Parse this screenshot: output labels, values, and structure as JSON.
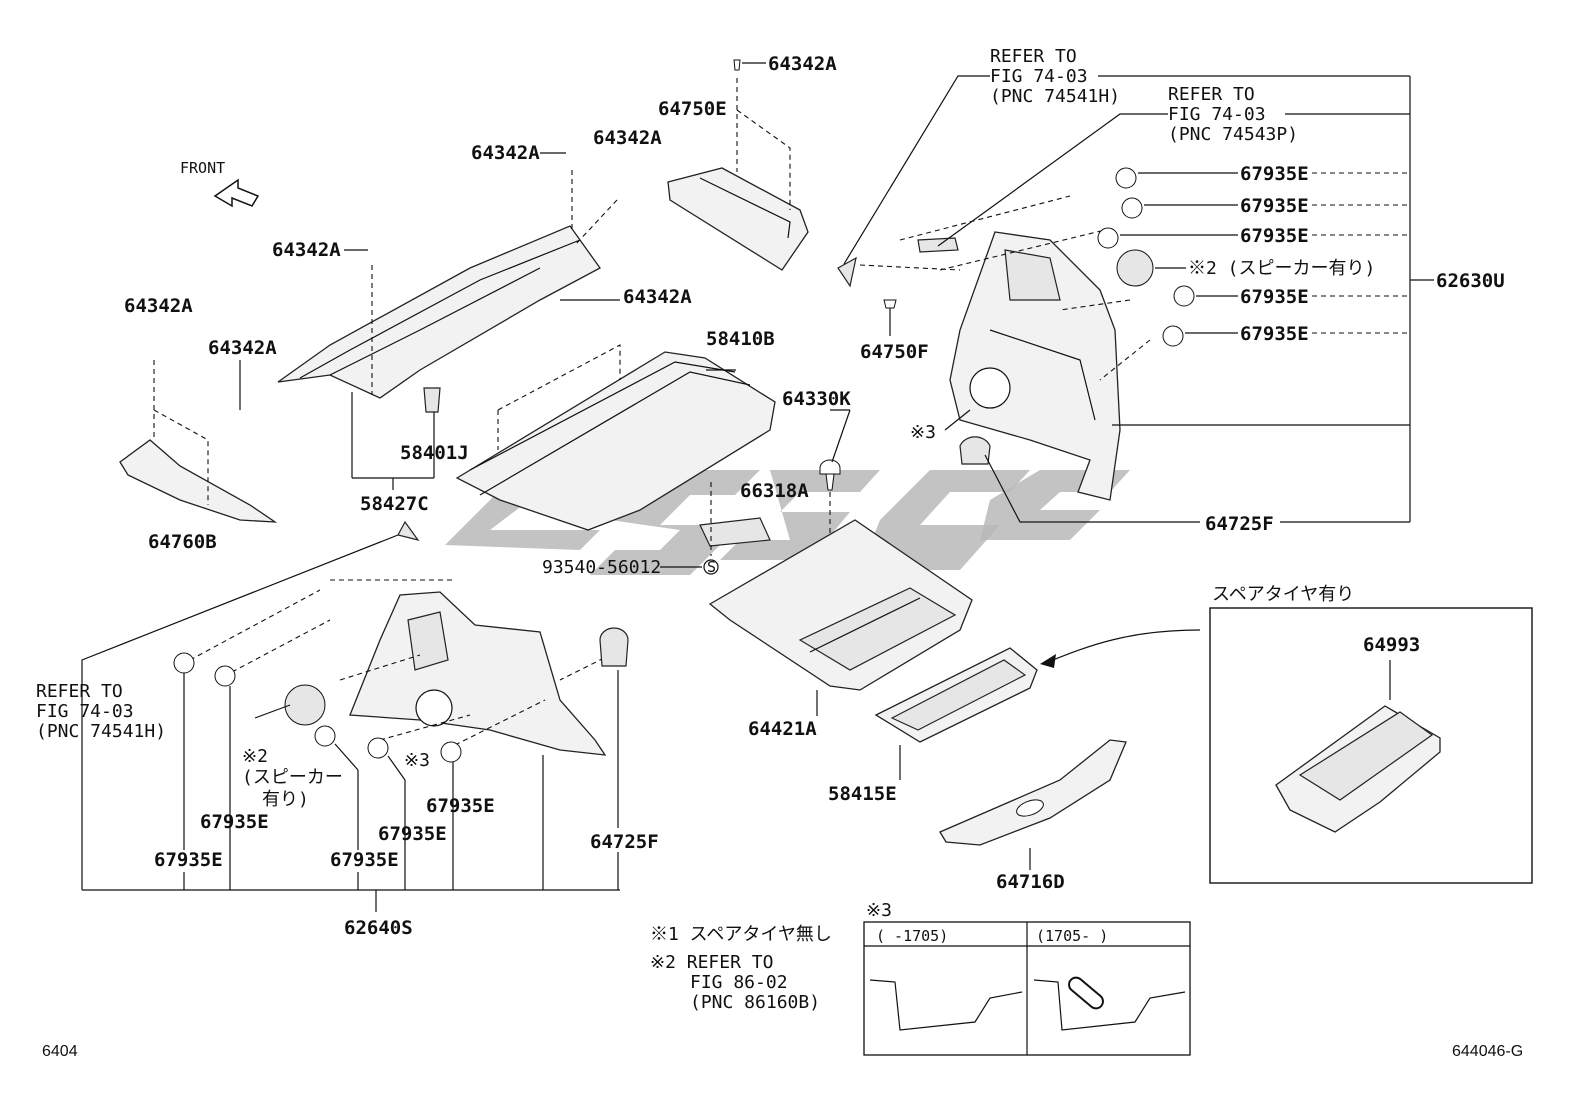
{
  "labels": {
    "front": "FRONT",
    "p64342A_1": "64342A",
    "p64342A_2": "64342A",
    "p64342A_3": "64342A",
    "p64342A_4": "64342A",
    "p64342A_5": "64342A",
    "p64342A_6": "64342A",
    "p64342A_7": "64342A",
    "p64750E": "64750E",
    "p64760B": "64760B",
    "p58401J": "58401J",
    "p58427C": "58427C",
    "p58410B": "58410B",
    "p64330K": "64330K",
    "p66318A": "66318A",
    "p93540": "93540-56012",
    "p64421A": "64421A",
    "p58415E": "58415E",
    "p64716D": "64716D",
    "p64750F": "64750F",
    "p62630U": "62630U",
    "p64725F_r": "64725F",
    "p64725F_l": "64725F",
    "p67935E_r1": "67935E",
    "p67935E_r2": "67935E",
    "p67935E_r3": "67935E",
    "p67935E_r4": "67935E",
    "p67935E_r5": "67935E",
    "p67935E_l1": "67935E",
    "p67935E_l2": "67935E",
    "p67935E_l3": "67935E",
    "p67935E_l4": "67935E",
    "p67935E_l5": "67935E",
    "p62640S": "62640S",
    "p64993": "64993",
    "mark1": "※1",
    "mark2": "※2",
    "mark3": "※3"
  },
  "refs": {
    "r1_a": "REFER TO",
    "r1_b": "FIG 74-03",
    "r1_c": "(PNC 74541H)",
    "r2_a": "REFER TO",
    "r2_b": "FIG 74-03",
    "r2_c": "(PNC 74543P)",
    "r3_a": "REFER TO",
    "r3_b": "FIG 74-03",
    "r3_c": "(PNC 74541H)"
  },
  "notes": {
    "speaker_r": "※2 (スピーカー有り)",
    "speaker_l_1": "(スピーカー",
    "speaker_l_2": "有り)",
    "spare_tire_yes": "スペアタイヤ有り",
    "legend_1": "※1 スペアタイヤ無し",
    "legend_2_a": "※2 REFER TO",
    "legend_2_b": "FIG 86-02",
    "legend_2_c": "(PNC 86160B)",
    "inset_mark": "※3",
    "inset_col1": "(   -1705)",
    "inset_col2": "(1705-    )"
  },
  "corner": {
    "left": "6404",
    "right": "644046-G"
  }
}
